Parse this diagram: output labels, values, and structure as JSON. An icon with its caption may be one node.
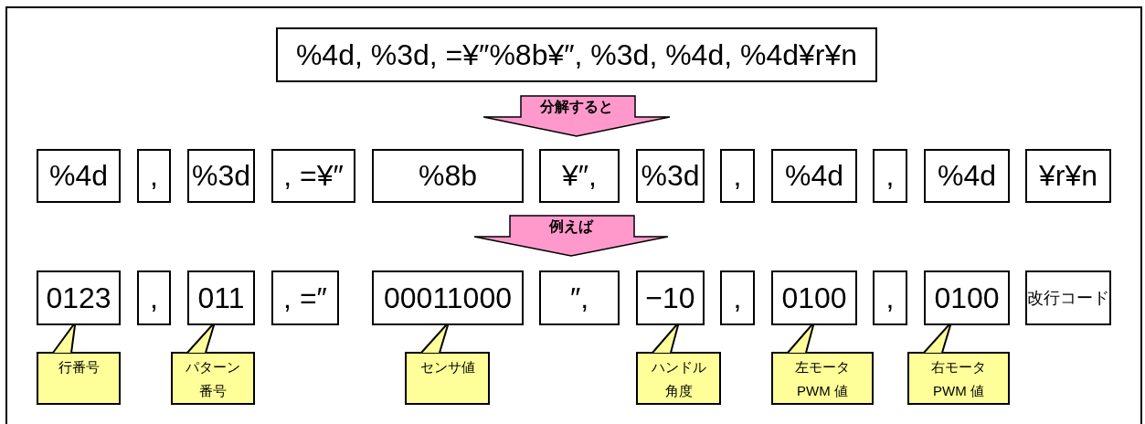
{
  "diagram": {
    "nodes": [
      {
        "text": [
          "%4d, %3d, =¥″%8b¥″, %3d, %4d, %4d¥r¥n"
        ]
      },
      {
        "text": [
          "分解すると"
        ]
      },
      {
        "text": [
          "%4d"
        ]
      },
      {
        "text": [
          ","
        ]
      },
      {
        "text": [
          "%3d"
        ]
      },
      {
        "text": [
          ", =¥″"
        ]
      },
      {
        "text": [
          "%8b"
        ]
      },
      {
        "text": [
          "¥″,"
        ]
      },
      {
        "text": [
          "%3d"
        ]
      },
      {
        "text": [
          ","
        ]
      },
      {
        "text": [
          "%4d"
        ]
      },
      {
        "text": [
          ","
        ]
      },
      {
        "text": [
          "%4d"
        ]
      },
      {
        "text": [
          "¥r¥n"
        ]
      },
      {
        "text": [
          "例えば"
        ]
      },
      {
        "text": [
          "0123"
        ]
      },
      {
        "text": [
          ","
        ]
      },
      {
        "text": [
          "011"
        ]
      },
      {
        "text": [
          ", =″"
        ]
      },
      {
        "text": [
          "00011000"
        ]
      },
      {
        "text": [
          "″,"
        ]
      },
      {
        "text": [
          "−10"
        ]
      },
      {
        "text": [
          ","
        ]
      },
      {
        "text": [
          "0100"
        ]
      },
      {
        "text": [
          ","
        ]
      },
      {
        "text": [
          "0100"
        ]
      },
      {
        "text": [
          "改行コード"
        ]
      },
      {
        "text": [
          "行番号"
        ]
      },
      {
        "text": [
          "パターン番号"
        ]
      },
      {
        "text": [
          "センサ値"
        ]
      },
      {
        "text": [
          "ハンドル角度"
        ]
      },
      {
        "text": [
          "左モータ PWM 値"
        ]
      },
      {
        "text": [
          "右モータ PWM 値"
        ]
      }
    ],
    "edges": [
      {
        "from": 27,
        "to": 15,
        "arrow": "none"
      },
      {
        "from": 28,
        "to": 17,
        "arrow": "none"
      },
      {
        "from": 29,
        "to": 19,
        "arrow": "none"
      },
      {
        "from": 30,
        "to": 21,
        "arrow": "none"
      },
      {
        "from": 31,
        "to": 23,
        "arrow": "none"
      },
      {
        "from": 32,
        "to": 25,
        "arrow": "none"
      }
    ]
  }
}
